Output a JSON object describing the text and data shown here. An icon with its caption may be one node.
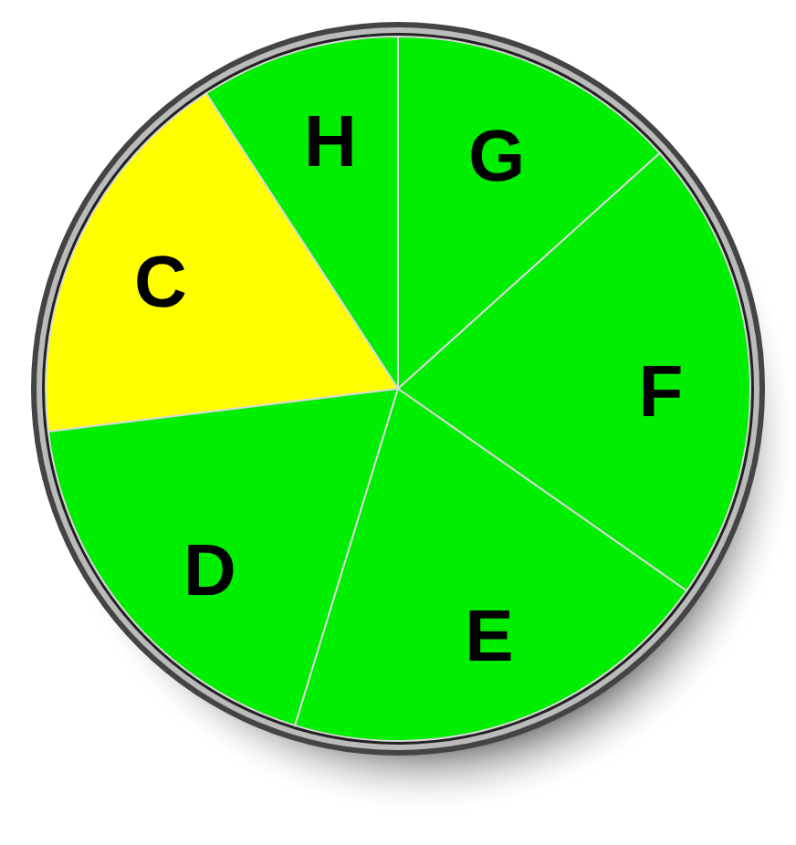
{
  "diagram": {
    "nodes": [
      {
        "text": [
          "H"
        ]
      },
      {
        "text": [
          "G"
        ]
      },
      {
        "text": [
          "C"
        ]
      },
      {
        "text": [
          "F"
        ]
      },
      {
        "text": [
          "D"
        ]
      },
      {
        "text": [
          "E"
        ]
      }
    ]
  }
}
